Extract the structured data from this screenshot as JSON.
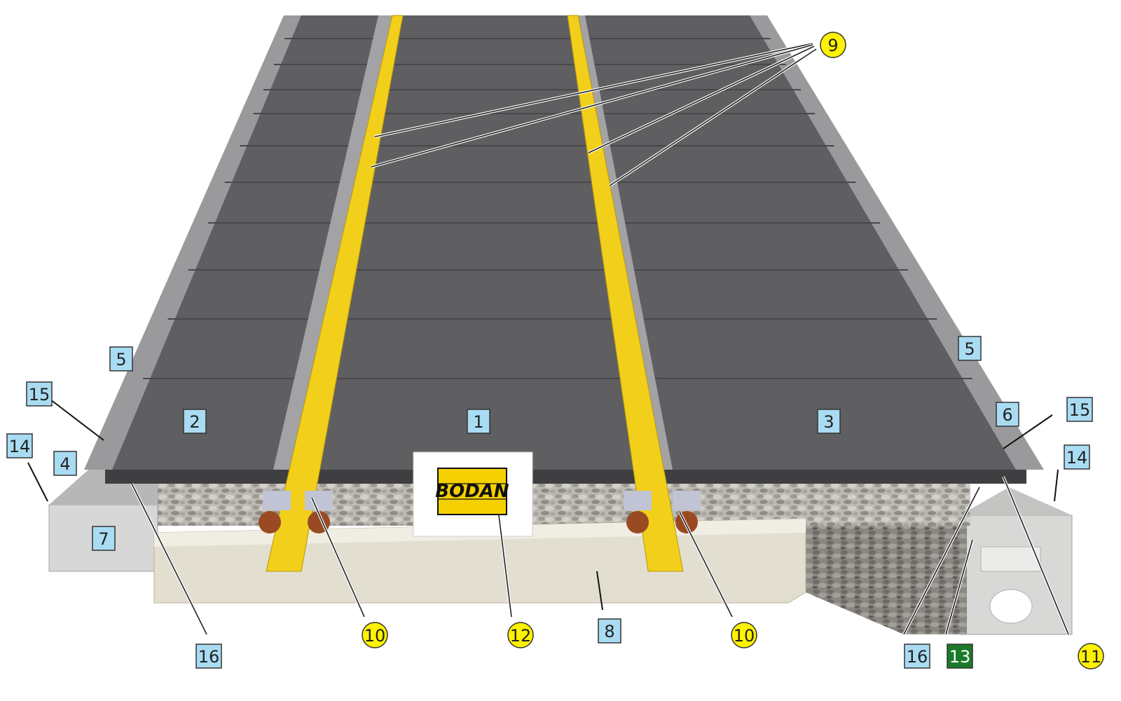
{
  "colors": {
    "panel": "#5f5f62",
    "panel_dark": "#4a4a4d",
    "rail": "#f2cf1a",
    "ballast": "#b9b7b2",
    "sleeper": "#e2ded0",
    "label_blue": "#a9dcf2",
    "label_yellow": "#fff200",
    "label_green": "#1a7a2b"
  },
  "logo": {
    "text": "BODAN"
  },
  "labels": [
    {
      "id": "l1",
      "text": "1",
      "shape": "square",
      "fill": "#a9dcf2"
    },
    {
      "id": "l2",
      "text": "2",
      "shape": "square",
      "fill": "#a9dcf2"
    },
    {
      "id": "l3",
      "text": "3",
      "shape": "square",
      "fill": "#a9dcf2"
    },
    {
      "id": "l4",
      "text": "4",
      "shape": "square",
      "fill": "#a9dcf2"
    },
    {
      "id": "l5a",
      "text": "5",
      "shape": "square",
      "fill": "#a9dcf2"
    },
    {
      "id": "l5b",
      "text": "5",
      "shape": "square",
      "fill": "#a9dcf2"
    },
    {
      "id": "l6",
      "text": "6",
      "shape": "square",
      "fill": "#a9dcf2"
    },
    {
      "id": "l7",
      "text": "7",
      "shape": "square",
      "fill": "#a9dcf2"
    },
    {
      "id": "l8",
      "text": "8",
      "shape": "square",
      "fill": "#a9dcf2"
    },
    {
      "id": "l9",
      "text": "9",
      "shape": "circle",
      "fill": "#fff200"
    },
    {
      "id": "l10a",
      "text": "10",
      "shape": "circle",
      "fill": "#fff200"
    },
    {
      "id": "l10b",
      "text": "10",
      "shape": "circle",
      "fill": "#fff200"
    },
    {
      "id": "l11",
      "text": "11",
      "shape": "circle",
      "fill": "#fff200"
    },
    {
      "id": "l12",
      "text": "12",
      "shape": "circle",
      "fill": "#fff200"
    },
    {
      "id": "l13",
      "text": "13",
      "shape": "square",
      "fill": "#1a7a2b",
      "dark": true
    },
    {
      "id": "l14a",
      "text": "14",
      "shape": "square",
      "fill": "#a9dcf2"
    },
    {
      "id": "l14b",
      "text": "14",
      "shape": "square",
      "fill": "#a9dcf2"
    },
    {
      "id": "l15a",
      "text": "15",
      "shape": "square",
      "fill": "#a9dcf2"
    },
    {
      "id": "l15b",
      "text": "15",
      "shape": "square",
      "fill": "#a9dcf2"
    },
    {
      "id": "l16a",
      "text": "16",
      "shape": "square",
      "fill": "#a9dcf2"
    },
    {
      "id": "l16b",
      "text": "16",
      "shape": "square",
      "fill": "#a9dcf2"
    }
  ]
}
